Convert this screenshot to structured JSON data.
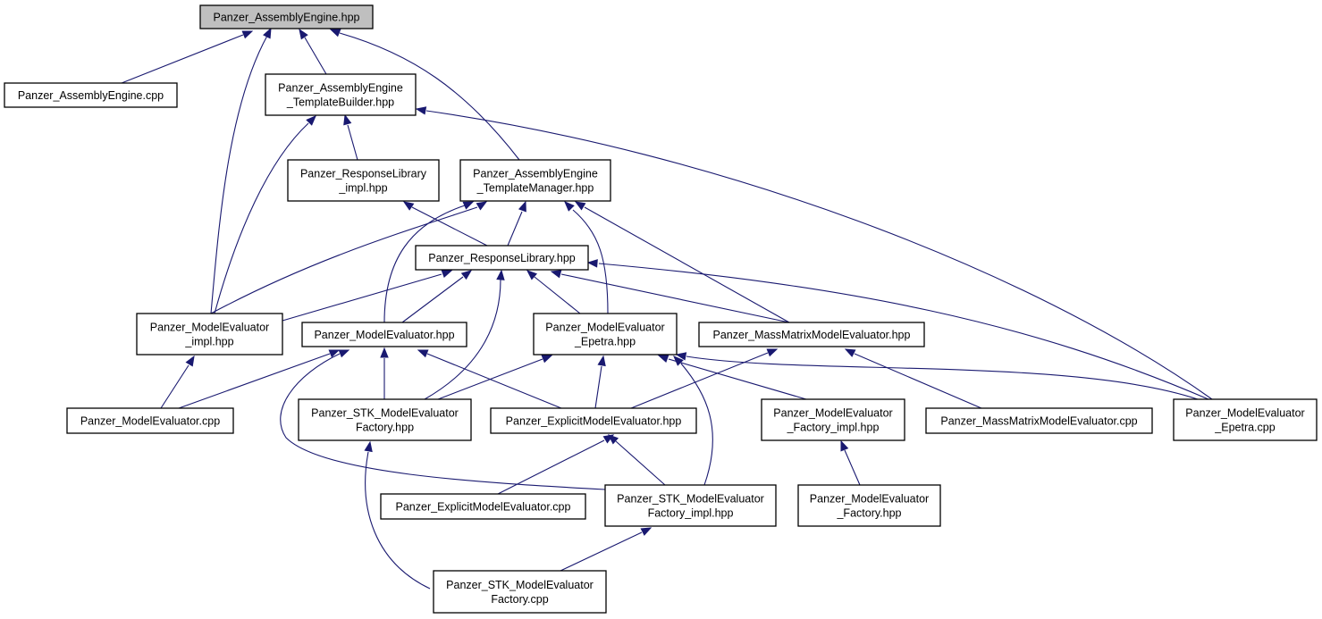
{
  "colors": {
    "edge": "#191970",
    "root_fill": "#bfbfbf",
    "node_fill": "#ffffff",
    "border": "#000000"
  },
  "nodes": [
    {
      "id": "assembly_engine_hpp",
      "lines": [
        "Panzer_AssemblyEngine.hpp"
      ],
      "root": true
    },
    {
      "id": "assembly_engine_cpp",
      "lines": [
        "Panzer_AssemblyEngine.cpp"
      ]
    },
    {
      "id": "template_builder_hpp",
      "lines": [
        "Panzer_AssemblyEngine",
        "_TemplateBuilder.hpp"
      ]
    },
    {
      "id": "response_library_impl_hpp",
      "lines": [
        "Panzer_ResponseLibrary",
        "_impl.hpp"
      ]
    },
    {
      "id": "template_manager_hpp",
      "lines": [
        "Panzer_AssemblyEngine",
        "_TemplateManager.hpp"
      ]
    },
    {
      "id": "response_library_hpp",
      "lines": [
        "Panzer_ResponseLibrary.hpp"
      ]
    },
    {
      "id": "model_evaluator_impl_hpp",
      "lines": [
        "Panzer_ModelEvaluator",
        "_impl.hpp"
      ]
    },
    {
      "id": "model_evaluator_hpp",
      "lines": [
        "Panzer_ModelEvaluator.hpp"
      ]
    },
    {
      "id": "model_evaluator_epetra_hpp",
      "lines": [
        "Panzer_ModelEvaluator",
        "_Epetra.hpp"
      ]
    },
    {
      "id": "mass_matrix_me_hpp",
      "lines": [
        "Panzer_MassMatrixModelEvaluator.hpp"
      ]
    },
    {
      "id": "model_evaluator_cpp",
      "lines": [
        "Panzer_ModelEvaluator.cpp"
      ]
    },
    {
      "id": "stk_me_factory_hpp",
      "lines": [
        "Panzer_STK_ModelEvaluator",
        "Factory.hpp"
      ]
    },
    {
      "id": "explicit_me_hpp",
      "lines": [
        "Panzer_ExplicitModelEvaluator.hpp"
      ]
    },
    {
      "id": "me_factory_impl_hpp",
      "lines": [
        "Panzer_ModelEvaluator",
        "_Factory_impl.hpp"
      ]
    },
    {
      "id": "mass_matrix_me_cpp",
      "lines": [
        "Panzer_MassMatrixModelEvaluator.cpp"
      ]
    },
    {
      "id": "model_evaluator_epetra_cpp",
      "lines": [
        "Panzer_ModelEvaluator",
        "_Epetra.cpp"
      ]
    },
    {
      "id": "explicit_me_cpp",
      "lines": [
        "Panzer_ExplicitModelEvaluator.cpp"
      ]
    },
    {
      "id": "stk_me_factory_impl_hpp",
      "lines": [
        "Panzer_STK_ModelEvaluator",
        "Factory_impl.hpp"
      ]
    },
    {
      "id": "me_factory_hpp",
      "lines": [
        "Panzer_ModelEvaluator",
        "_Factory.hpp"
      ]
    },
    {
      "id": "stk_me_factory_cpp",
      "lines": [
        "Panzer_STK_ModelEvaluator",
        "Factory.cpp"
      ]
    }
  ],
  "edges": [
    [
      "assembly_engine_cpp",
      "assembly_engine_hpp"
    ],
    [
      "model_evaluator_impl_hpp",
      "assembly_engine_hpp"
    ],
    [
      "template_builder_hpp",
      "assembly_engine_hpp"
    ],
    [
      "template_manager_hpp",
      "assembly_engine_hpp"
    ],
    [
      "response_library_impl_hpp",
      "template_builder_hpp"
    ],
    [
      "model_evaluator_impl_hpp",
      "template_builder_hpp"
    ],
    [
      "model_evaluator_epetra_cpp",
      "template_builder_hpp"
    ],
    [
      "response_library_hpp",
      "template_manager_hpp"
    ],
    [
      "model_evaluator_impl_hpp",
      "template_manager_hpp"
    ],
    [
      "model_evaluator_hpp",
      "template_manager_hpp"
    ],
    [
      "model_evaluator_epetra_hpp",
      "template_manager_hpp"
    ],
    [
      "mass_matrix_me_hpp",
      "template_manager_hpp"
    ],
    [
      "response_library_hpp",
      "response_library_impl_hpp"
    ],
    [
      "model_evaluator_impl_hpp",
      "response_library_hpp"
    ],
    [
      "model_evaluator_hpp",
      "response_library_hpp"
    ],
    [
      "stk_me_factory_hpp",
      "response_library_hpp"
    ],
    [
      "model_evaluator_epetra_hpp",
      "response_library_hpp"
    ],
    [
      "mass_matrix_me_hpp",
      "response_library_hpp"
    ],
    [
      "model_evaluator_epetra_cpp",
      "response_library_hpp"
    ],
    [
      "model_evaluator_cpp",
      "model_evaluator_impl_hpp"
    ],
    [
      "model_evaluator_cpp",
      "model_evaluator_hpp"
    ],
    [
      "stk_me_factory_hpp",
      "model_evaluator_hpp"
    ],
    [
      "explicit_me_hpp",
      "model_evaluator_hpp"
    ],
    [
      "stk_me_factory_impl_hpp",
      "model_evaluator_hpp"
    ],
    [
      "stk_me_factory_hpp",
      "model_evaluator_epetra_hpp"
    ],
    [
      "explicit_me_hpp",
      "model_evaluator_epetra_hpp"
    ],
    [
      "me_factory_impl_hpp",
      "model_evaluator_epetra_hpp"
    ],
    [
      "model_evaluator_epetra_cpp",
      "model_evaluator_epetra_hpp"
    ],
    [
      "stk_me_factory_impl_hpp",
      "model_evaluator_epetra_hpp"
    ],
    [
      "explicit_me_hpp",
      "mass_matrix_me_hpp"
    ],
    [
      "mass_matrix_me_cpp",
      "mass_matrix_me_hpp"
    ],
    [
      "explicit_me_cpp",
      "explicit_me_hpp"
    ],
    [
      "stk_me_factory_impl_hpp",
      "explicit_me_hpp"
    ],
    [
      "me_factory_hpp",
      "me_factory_impl_hpp"
    ],
    [
      "stk_me_factory_cpp",
      "stk_me_factory_impl_hpp"
    ],
    [
      "stk_me_factory_cpp",
      "stk_me_factory_hpp"
    ]
  ]
}
